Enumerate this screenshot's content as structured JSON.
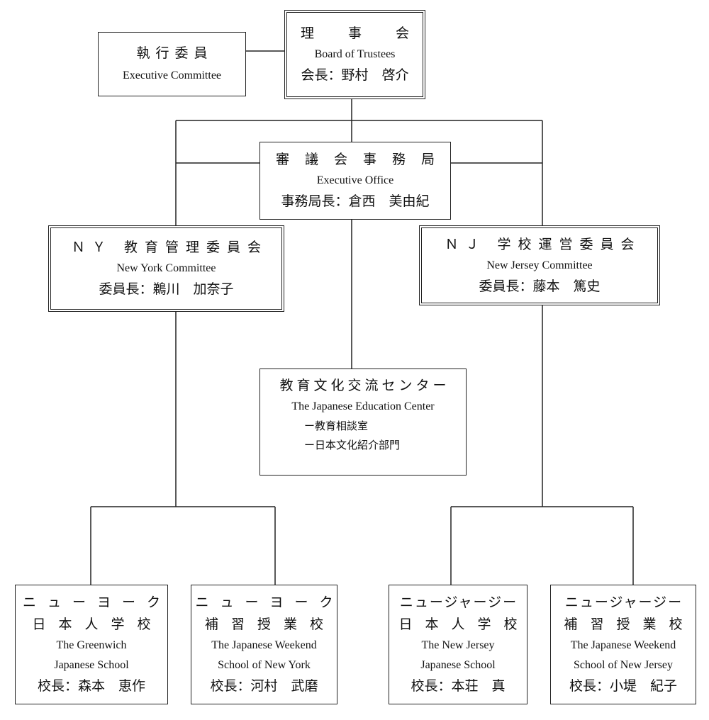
{
  "executive_committee": {
    "jp": "執行委員",
    "en": "Executive Committee"
  },
  "board": {
    "jp": "理事会",
    "en": "Board of Trustees",
    "chair": "会長：野村　啓介"
  },
  "office": {
    "jp": "審議会事務局",
    "en": "Executive Office",
    "head": "事務局長：倉西　美由紀"
  },
  "ny_committee": {
    "jp": "ＮＹ 教育管理委員会",
    "en": "New York Committee",
    "head": "委員長：鵜川　加奈子"
  },
  "nj_committee": {
    "jp": "ＮＪ 学校運営委員会",
    "en": "New Jersey Committee",
    "head": "委員長：藤本　篤史"
  },
  "education_center": {
    "jp": "教育文化交流センター",
    "en": "The Japanese Education Center",
    "sub": [
      "ー教育相談室",
      "ー日本文化紹介部門"
    ]
  },
  "schools": [
    {
      "jp1": "ニューヨーク",
      "jp2": "日本人学校",
      "en1": "The Greenwich",
      "en2": "Japanese School",
      "head": "校長：森本　恵作"
    },
    {
      "jp1": "ニューヨーク",
      "jp2": "補習授業校",
      "en1": "The Japanese Weekend",
      "en2": "School of New York",
      "head": "校長：河村　武磨"
    },
    {
      "jp1": "ニュージャージー",
      "jp2": "日本人学校",
      "en1": "The New Jersey",
      "en2": "Japanese School",
      "head": "校長：本荘　真"
    },
    {
      "jp1": "ニュージャージー",
      "jp2": "補習授業校",
      "en1": "The Japanese Weekend",
      "en2": "School of New Jersey",
      "head": "校長：小堤　紀子"
    }
  ]
}
